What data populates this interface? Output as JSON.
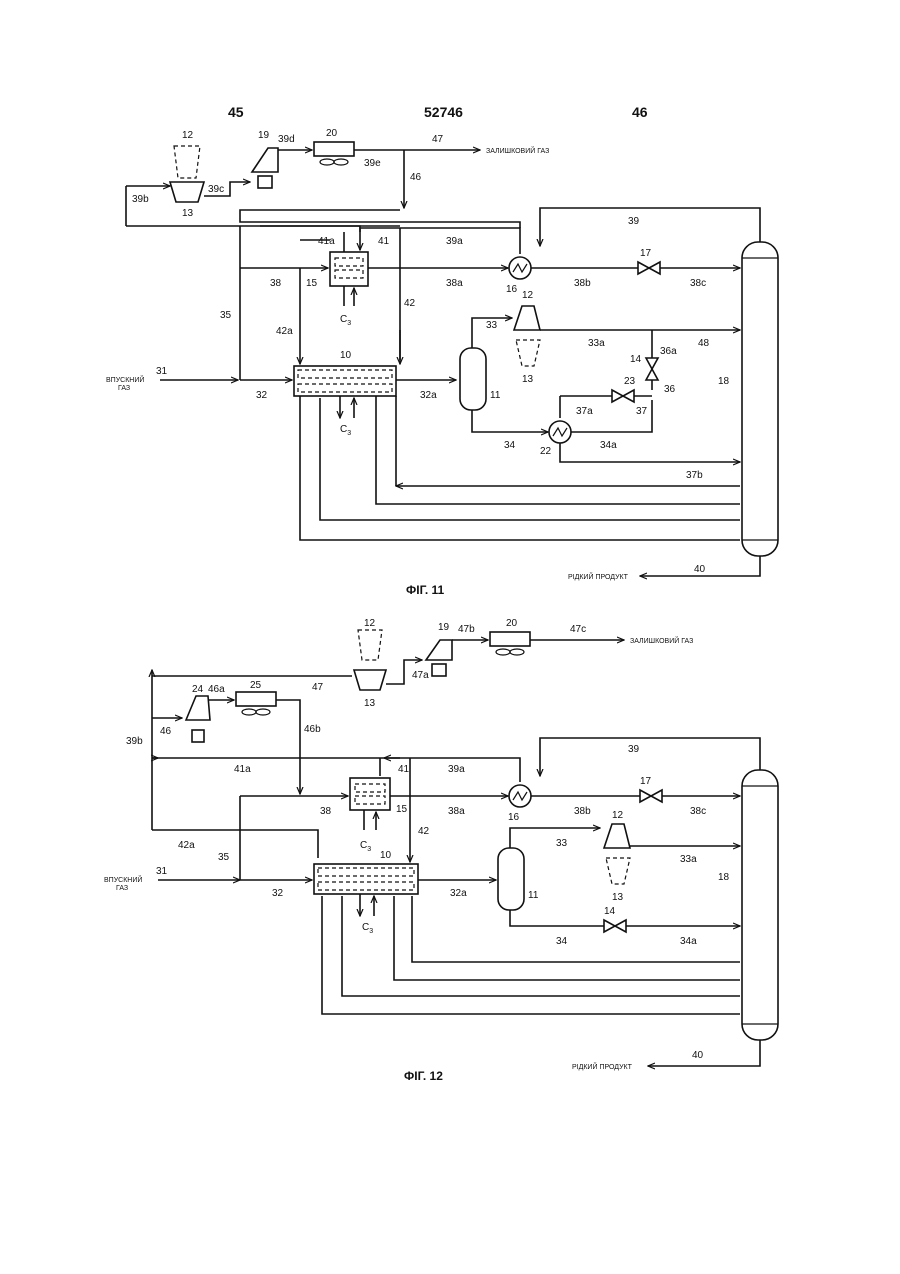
{
  "header": {
    "left_page": "45",
    "patent_number": "52746",
    "right_page": "46"
  },
  "fig11": {
    "caption": "ФІГ. 11",
    "inlet": [
      "ВПУСКНИЙ",
      "ГАЗ"
    ],
    "residue_gas": "ЗАЛИШКОВИЙ ГАЗ",
    "liquid_product": "РІДКИЙ ПРОДУКТ",
    "c3_upper": "C",
    "c3_lower": "C",
    "c3_sub": "3",
    "labels": {
      "n45": "12",
      "n19": "19",
      "n39d": "39d",
      "n20": "20",
      "n47": "47",
      "n39e": "39e",
      "n39c": "39c",
      "n39b": "39b",
      "n13a": "13",
      "n46": "46",
      "n39": "39",
      "n41a": "41a",
      "n41": "41",
      "n39a": "39a",
      "n17": "17",
      "n38": "38",
      "n15": "15",
      "n38a": "38a",
      "n16": "16",
      "n38b": "38b",
      "n38c": "38c",
      "n35": "35",
      "n42a": "42a",
      "n42": "42",
      "n12b": "12",
      "n33": "33",
      "n33a": "33a",
      "n48": "48",
      "n13b": "13",
      "n36a": "36a",
      "n14": "14",
      "n10": "10",
      "n18": "18",
      "n31": "31",
      "n32": "32",
      "n32a": "32a",
      "n11": "11",
      "n23": "23",
      "n36": "36",
      "n37a": "37a",
      "n37": "37",
      "n34": "34",
      "n22": "22",
      "n34a": "34a",
      "n37b": "37b",
      "n40": "40"
    }
  },
  "fig12": {
    "caption": "ФІГ. 12",
    "inlet": [
      "ВПУСКНИЙ",
      "ГАЗ"
    ],
    "residue_gas": "ЗАЛИШКОВИЙ ГАЗ",
    "liquid_product": "РІДКИЙ ПРОДУКТ",
    "c3_upper": "C",
    "c3_lower": "C",
    "c3_sub": "3",
    "labels": {
      "n12a": "12",
      "n19": "19",
      "n47b": "47b",
      "n20": "20",
      "n47c": "47c",
      "n24": "24",
      "n46a": "46a",
      "n25": "25",
      "n47": "47",
      "n47a": "47a",
      "n13a": "13",
      "n46": "46",
      "n46b": "46b",
      "n39b": "39b",
      "n39": "39",
      "n41a": "41a",
      "n41": "41",
      "n39a": "39a",
      "n17": "17",
      "n38": "38",
      "n15": "15",
      "n38a": "38a",
      "n16": "16",
      "n38b": "38b",
      "n38c": "38c",
      "n42": "42",
      "n42a": "42a",
      "n35": "35",
      "n12b": "12",
      "n33": "33",
      "n33a": "33a",
      "n10": "10",
      "n18": "18",
      "n31": "31",
      "n32": "32",
      "n32a": "32a",
      "n11": "11",
      "n13b": "13",
      "n14": "14",
      "n34": "34",
      "n34a": "34a",
      "n40": "40"
    }
  }
}
